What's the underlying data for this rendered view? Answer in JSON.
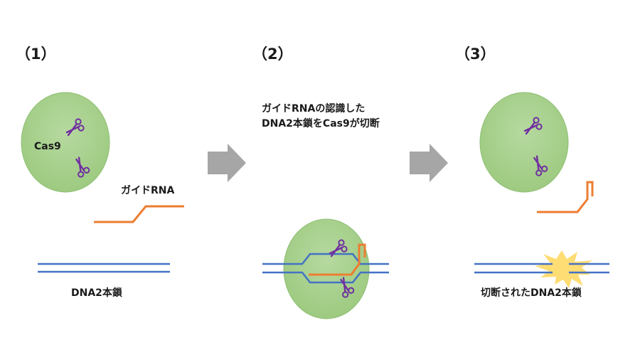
{
  "steps": [
    {
      "number": "（1）",
      "cas9_label": "Cas9",
      "guide_rna_label": "ガイドRNA",
      "dna_label": "DNA2本鎖"
    },
    {
      "number": "（2）",
      "caption_line1": "ガイドRNAの認識した",
      "caption_line2": "DNA2本鎖をCas9が切断"
    },
    {
      "number": "（3）",
      "dna_label": "切断されたDNA2本鎖"
    }
  ],
  "colors": {
    "cas9_fill": "#a8d08d",
    "cas9_stroke": "#8fbf73",
    "scissors": "#7030a0",
    "guide_rna": "#ed7d31",
    "dna": "#4472c4",
    "arrow": "#a6a6a6",
    "burst": "#ffd966",
    "text": "#1a1a1a"
  },
  "icons": [
    "scissors-icon",
    "arrow-right-icon",
    "burst-icon"
  ]
}
